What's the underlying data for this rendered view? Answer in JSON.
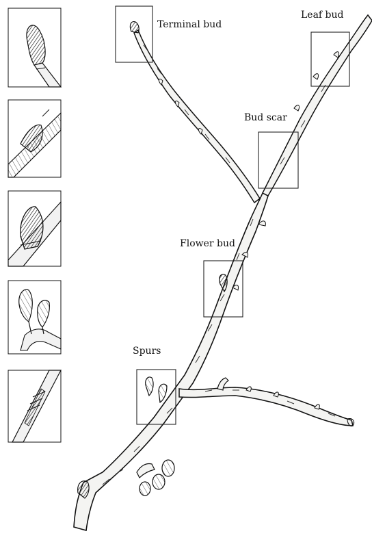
{
  "diagram": {
    "labels": {
      "terminal_bud": "Terminal bud",
      "leaf_bud": "Leaf bud",
      "bud_scar": "Bud scar",
      "flower_bud": "Flower bud",
      "spurs": "Spurs"
    },
    "detail_panels": [
      "terminal-bud-detail",
      "leaf-bud-detail",
      "flower-bud-detail",
      "spurs-detail",
      "bud-scar-detail"
    ],
    "colors": {
      "ink": "#1a1a1a",
      "bark": "#f4f4f2",
      "paper": "#ffffff"
    }
  }
}
